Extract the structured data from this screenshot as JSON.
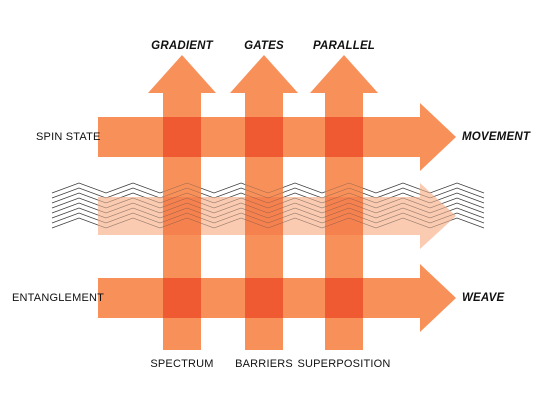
{
  "diagram": {
    "top_labels": [
      "GRADIENT",
      "GATES",
      "PARALLEL"
    ],
    "bottom_labels": [
      "SPECTRUM",
      "BARRIERS",
      "SUPERPOSITION"
    ],
    "left_labels": [
      "SPIN STATE",
      "ENTANGLEMENT"
    ],
    "right_labels": [
      "MOVEMENT",
      "WEAVE"
    ],
    "colors": {
      "arrow": "#f8905a",
      "overlap": "#f05a33",
      "light_arrow": "#f9c2a3",
      "zigzag": "#444444"
    }
  }
}
